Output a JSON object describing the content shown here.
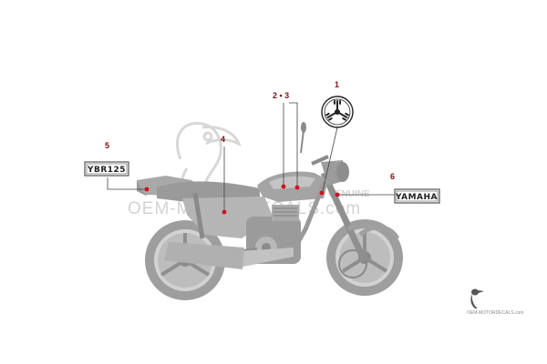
{
  "callouts": [
    {
      "id": "1",
      "label": "1"
    },
    {
      "id": "2-3",
      "label": "2 • 3"
    },
    {
      "id": "4",
      "label": "4"
    },
    {
      "id": "5",
      "label": "5"
    },
    {
      "id": "6",
      "label": "6"
    }
  ],
  "decals": {
    "five_text": "YBR125",
    "six_text": "YAMAHA"
  },
  "watermark": {
    "brand": "OEM-MOTORDECALS.com",
    "genuine": "GENUINE",
    "footer": "OEM-MOTORDECALS.com"
  },
  "colors": {
    "callout": "#7a1218",
    "marker": "#d01020",
    "line": "#444444",
    "bike": "#a8a8a8"
  }
}
